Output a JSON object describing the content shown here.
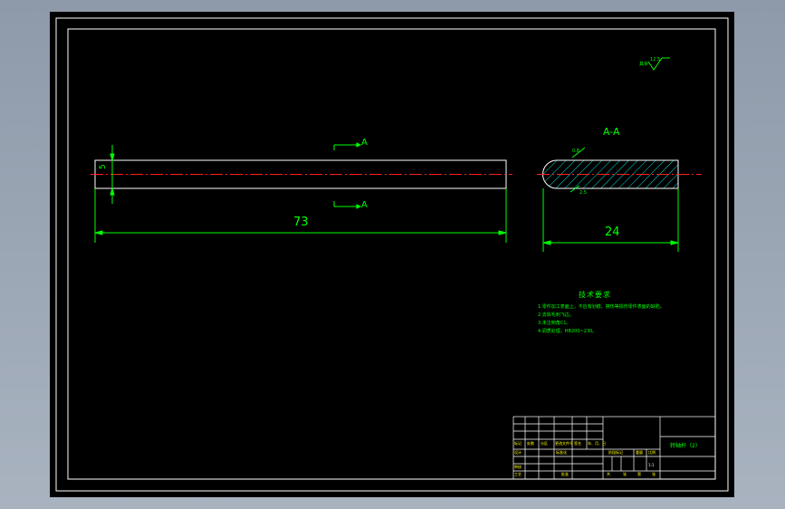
{
  "drawing": {
    "main_view": {
      "length_dim": "73",
      "diameter_dim": "5",
      "section_mark": "A"
    },
    "section_view": {
      "title": "A-A",
      "width_dim": "24",
      "chamfer_label": "0.8",
      "radius_label": "2.5"
    },
    "surface_finish": {
      "symbol_text": "其余",
      "value": "12.5"
    }
  },
  "technical_requirements": {
    "title": "技术要求",
    "items": [
      "1.零件加工表面上，不应有划痕、擦伤等损伤零件表面的缺陷。",
      "2.去除毛刺飞边。",
      "3.未注倒角C1。",
      "4.调质处理，HB200~230。"
    ]
  },
  "title_block": {
    "part_name": "转轴杆（2）",
    "labels": [
      "标记",
      "处数",
      "分区",
      "更改文件号",
      "签名",
      "年、月、日",
      "设计",
      "标准化",
      "阶段标记",
      "重量",
      "比例",
      "审核",
      "工艺",
      "批准",
      "共",
      "张",
      "第",
      "张",
      "1:1"
    ]
  },
  "colors": {
    "paper": "#000000",
    "border": "#ffffff",
    "geometry": "#ffffff",
    "dimension": "#00ff00",
    "centerline": "#ff0000",
    "hatch": "#00ffff",
    "background": "#9aa5b4"
  }
}
